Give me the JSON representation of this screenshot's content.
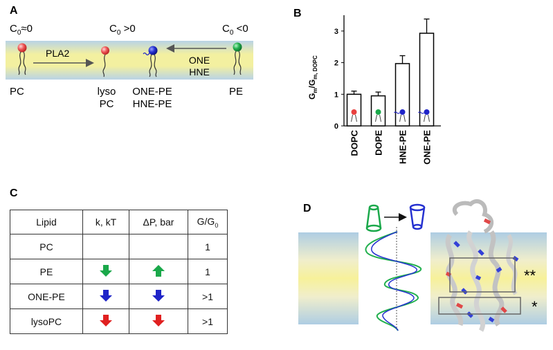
{
  "panel_a": {
    "label": "A",
    "c0_left": "C",
    "c0_left_sub": "0",
    "c0_left_rel": "≈0",
    "c0_mid": "C",
    "c0_mid_sub": "0",
    "c0_mid_rel": " >0",
    "c0_right": "C",
    "c0_right_sub": "0",
    "c0_right_rel": " <0",
    "pla2": "PLA2",
    "one": "ONE",
    "hne": "HNE",
    "pc": "PC",
    "lyso_line1": "lyso",
    "lyso_line2": "PC",
    "onepe_line1": "ONE-PE",
    "onepe_line2": "HNE-PE",
    "pe": "PE",
    "colors": {
      "pc_head": "#e8403f",
      "pe_head": "#1aa84a",
      "onepe_head": "#1f24c8",
      "membrane": "#f3f0a0",
      "membrane_edge": "#b9d3e6"
    }
  },
  "panel_b": {
    "label": "B",
    "ylabel_main": "G",
    "ylabel_sub1": "m",
    "ylabel_mid": "/G",
    "ylabel_sub2": "m, DOPC",
    "chart_data": {
      "type": "bar",
      "categories": [
        "DOPC",
        "DOPE",
        "HNE-PE",
        "ONE-PE"
      ],
      "values": [
        1.0,
        0.95,
        1.97,
        2.93
      ],
      "errors": [
        0.1,
        0.12,
        0.25,
        0.45
      ],
      "yticks": [
        "0",
        "1",
        "2",
        "3"
      ],
      "ylim": [
        0,
        3.5
      ],
      "grid": false
    }
  },
  "panel_c": {
    "label": "C",
    "headers": [
      "Lipid",
      "k, kT",
      "ΔP, bar",
      "G/G",
      "0"
    ],
    "rows": [
      {
        "lipid": "PC",
        "k": "",
        "dp": "",
        "g": "1"
      },
      {
        "lipid": "PE",
        "k": "down-green",
        "dp": "up-green",
        "g": "1"
      },
      {
        "lipid": "ONE-PE",
        "k": "down-blue",
        "dp": "down-blue",
        "g": ">1"
      },
      {
        "lipid": "lysoPC",
        "k": "down-red",
        "dp": "down-red",
        "g": ">1"
      }
    ]
  },
  "panel_d": {
    "label": "D",
    "double_star": "**",
    "single_star": "*"
  }
}
